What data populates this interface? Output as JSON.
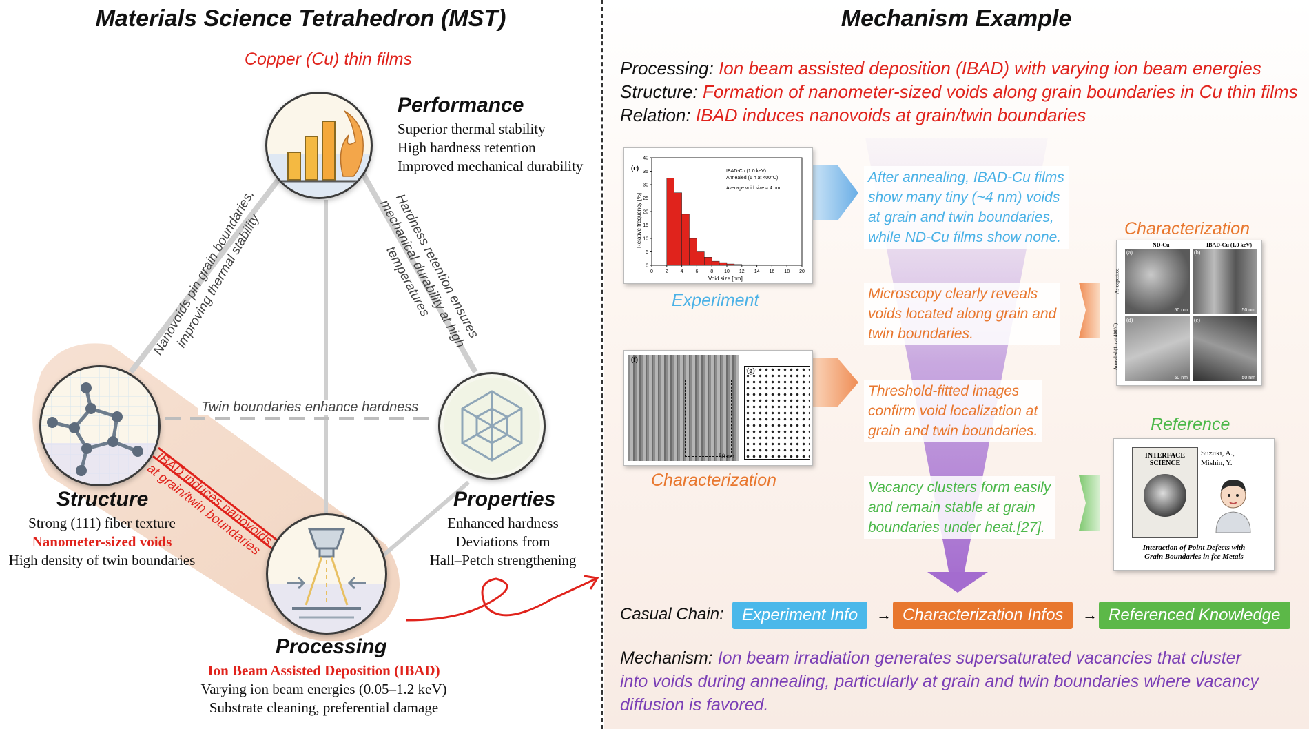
{
  "left": {
    "title": "Materials Science Tetrahedron (MST)",
    "subject": "Copper (Cu) thin films",
    "performance": {
      "title": "Performance",
      "lines": [
        "Superior thermal stability",
        "High hardness retention",
        "Improved mechanical durability"
      ]
    },
    "structure": {
      "title": "Structure",
      "line1": "Strong (111) fiber texture",
      "highlight": "Nanometer-sized voids",
      "line3": "High density of twin boundaries"
    },
    "properties": {
      "title": "Properties",
      "lines": [
        "Enhanced hardness",
        "Deviations from",
        "Hall–Petch strengthening"
      ]
    },
    "processing": {
      "title": "Processing",
      "highlight": "Ion Beam Assisted Deposition (IBAD)",
      "line2": "Varying ion beam energies (0.05–1.2 keV)",
      "line3": "Substrate cleaning, preferential damage"
    },
    "edges": {
      "structure_performance": [
        "Nanovoids pin grain boundaries,",
        "improving thermal stability"
      ],
      "performance_properties": [
        "Hardness retention ensures",
        "mechanical durability at high",
        "temperatures"
      ],
      "structure_properties": "Twin boundaries enhance hardness",
      "structure_processing": [
        "IBAD induces nanovoids",
        "at grain/twin boundaries"
      ]
    }
  },
  "right": {
    "title": "Mechanism Example",
    "processing_label": "Processing:",
    "processing_text": "Ion beam assisted deposition (IBAD) with varying ion beam energies",
    "structure_label": "Structure:",
    "structure_text": "Formation of nanometer-sized voids along grain boundaries in Cu thin films",
    "relation_label": "Relation:",
    "relation_text": "IBAD induces nanovoids at grain/twin boundaries",
    "box1": [
      "After annealing, IBAD-Cu films",
      "show many tiny (~4 nm) voids",
      "at grain and twin boundaries,",
      "while ND-Cu films show none."
    ],
    "box2": [
      "Microscopy clearly reveals",
      "voids located along grain and",
      "twin boundaries."
    ],
    "box3": [
      "Threshold-fitted images",
      "confirm void localization at",
      "grain and twin boundaries."
    ],
    "box4": [
      "Vacancy clusters form easily",
      "and remain stable at grain",
      "boundaries under heat.[27]."
    ],
    "experiment_label": "Experiment",
    "characterization_label_left": "Characterization",
    "characterization_label_right": "Characterization",
    "reference_label": "Reference",
    "chain_label": "Casual Chain:",
    "chain": [
      "Experiment Info",
      "Characterization Infos",
      "Referenced Knowledge"
    ],
    "mechanism_label": "Mechanism:",
    "mechanism_lines": [
      "Ion beam irradiation generates supersaturated vacancies that cluster",
      "into voids during annealing, particularly at grain and twin boundaries where vacancy",
      "diffusion is favored."
    ],
    "histogram": {
      "panel": "(c)",
      "legend": [
        "IBAD-Cu (1.0 keV)",
        "Annealed (1 h at 400°C)",
        "Average void size ≈ 4 nm"
      ],
      "xlabel": "Void size [nm]",
      "ylabel": "Relative frequency [%]"
    },
    "tem": {
      "col1": "ND-Cu",
      "col2": "IBAD-Cu (1.0 keV)",
      "row1": "As-deposited",
      "row2": "Annealed (1 h at 400°C)",
      "panels": [
        "(a)",
        "(b)",
        "(d)",
        "(e)"
      ],
      "scale": "50 nm"
    },
    "fg": {
      "panel_f": "(f)",
      "panel_g": "(g)",
      "scale": "50 nm"
    },
    "book": {
      "title1": "INTERFACE",
      "title2": "SCIENCE",
      "authors": [
        "Suzuki, A.,",
        "Mishin, Y."
      ],
      "caption": [
        "Interaction of Point Defects with",
        "Grain Boundaries in fcc Metals"
      ]
    }
  },
  "chart_data": {
    "type": "bar",
    "title": "",
    "xlabel": "Void size [nm]",
    "ylabel": "Relative frequency [%]",
    "x": [
      2.5,
      3.5,
      4.5,
      5.5,
      6.5,
      7.5,
      8.5,
      9.5,
      10.5,
      11.5,
      12.5,
      13.5
    ],
    "values": [
      32.5,
      27,
      19,
      10,
      5,
      3,
      1.5,
      1,
      0.5,
      0.3,
      0.2,
      0.2
    ],
    "xlim": [
      0,
      20
    ],
    "ylim": [
      0,
      40
    ],
    "xticks": [
      0,
      2,
      4,
      6,
      8,
      10,
      12,
      14,
      16,
      18,
      20
    ],
    "yticks": [
      0,
      5,
      10,
      15,
      20,
      25,
      30,
      35,
      40
    ],
    "series_color": "#e0231c"
  }
}
